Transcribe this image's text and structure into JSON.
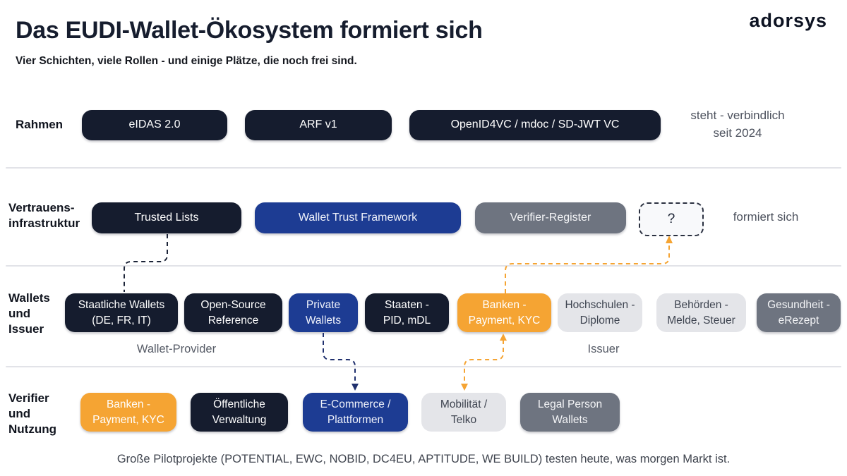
{
  "header": {
    "title": "Das EUDI-Wallet-Ökosystem formiert sich",
    "subtitle": "Vier Schichten, viele Rollen - und einige Plätze, die noch frei sind.",
    "logo": "adorsys"
  },
  "colors": {
    "dark_navy": "#151c2e",
    "blue": "#1d3c93",
    "orange": "#f5a433",
    "gray": "#6e7480",
    "light_gray": "#e4e5e9",
    "divider": "#e2e3e8",
    "note_text": "#4d525e"
  },
  "layers": {
    "rahmen": {
      "label": "Rahmen",
      "pills": [
        "eIDAS 2.0",
        "ARF v1",
        "OpenID4VC / mdoc / SD-JWT VC"
      ],
      "status_note": "steht - verbindlich\nseit 2024"
    },
    "vertrauen": {
      "label": "Vertrauens-\ninfrastruktur",
      "pills": [
        "Trusted Lists",
        "Wallet Trust Framework",
        "Verifier-Register",
        "?"
      ],
      "status_note": "formiert sich"
    },
    "wallets": {
      "label": "Wallets\nund\nIssuer",
      "pills": [
        "Staatliche Wallets\n(DE, FR, IT)",
        "Open-Source\nReference",
        "Private\nWallets",
        "Staaten -\nPID, mDL",
        "Banken -\nPayment, KYC",
        "Hochschulen -\nDiplome",
        "Behörden -\nMelde, Steuer",
        "Gesundheit -\neRezept"
      ],
      "group_labels": [
        "Wallet-Provider",
        "Issuer"
      ]
    },
    "verifier": {
      "label": "Verifier\nund\nNutzung",
      "pills": [
        "Banken -\nPayment, KYC",
        "Öffentliche\nVerwaltung",
        "E-Commerce /\nPlattformen",
        "Mobilität /\nTelko",
        "Legal Person\nWallets"
      ]
    }
  },
  "caption": "Große Pilotprojekte (POTENTIAL, EWC, NOBID, DC4EU, APTITUDE, WE BUILD) testen heute, was morgen Markt ist."
}
